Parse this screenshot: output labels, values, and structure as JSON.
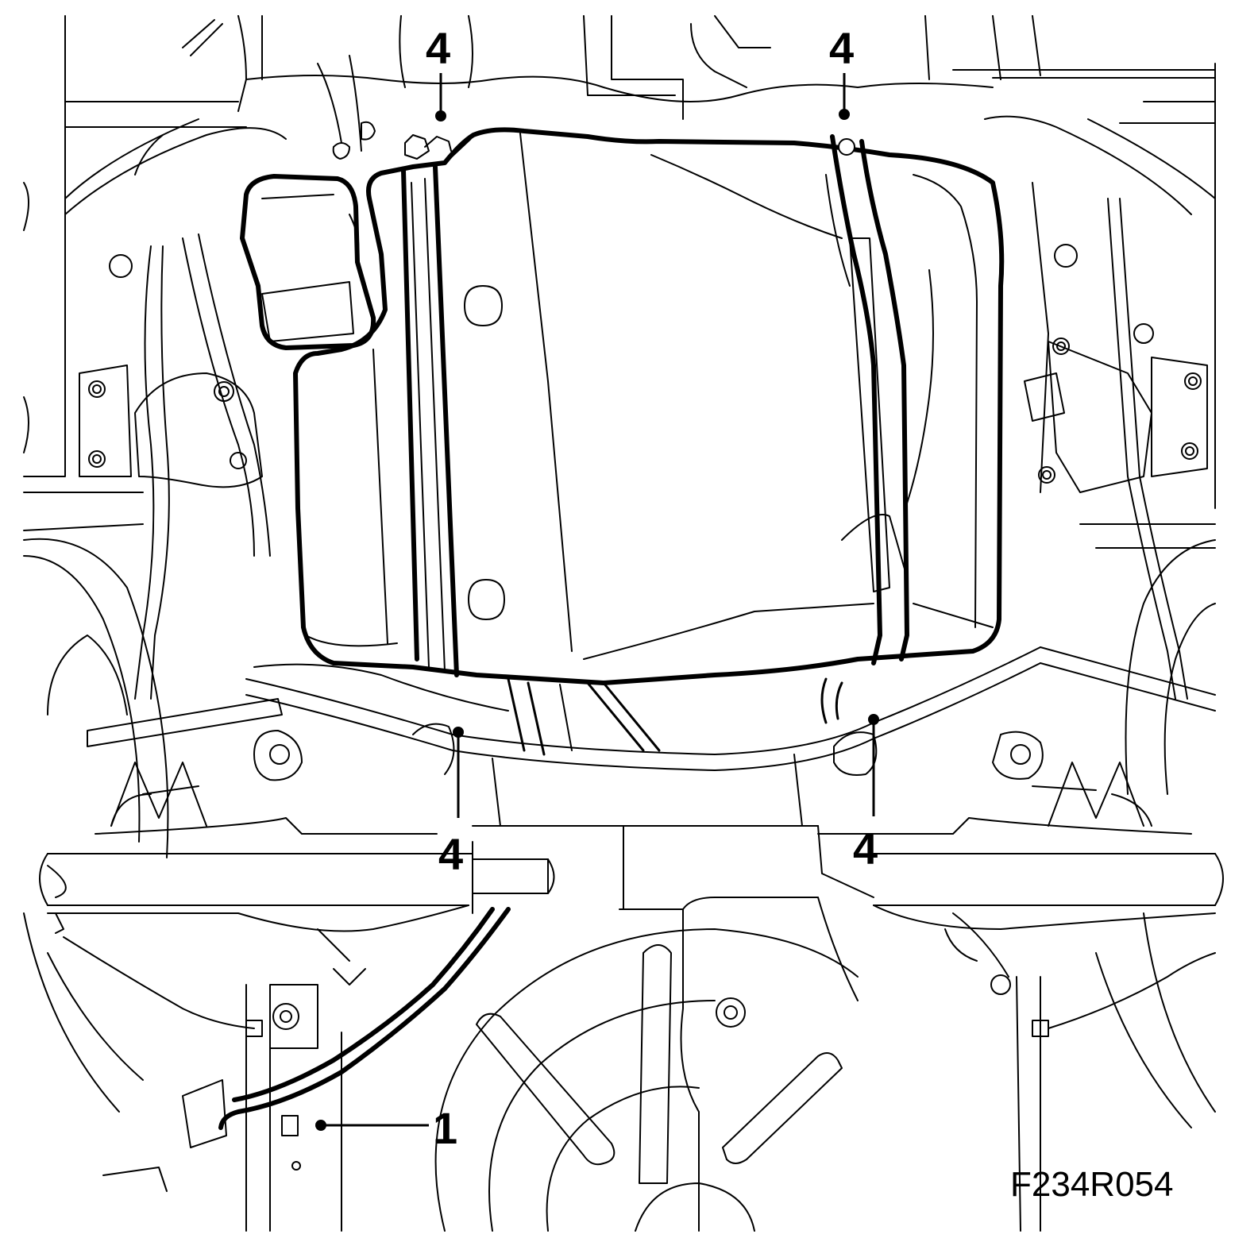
{
  "figure_code": "F234R054",
  "callouts": [
    {
      "label": "4"
    },
    {
      "label": "4"
    },
    {
      "label": "4"
    },
    {
      "label": "4"
    },
    {
      "label": "1"
    }
  ]
}
